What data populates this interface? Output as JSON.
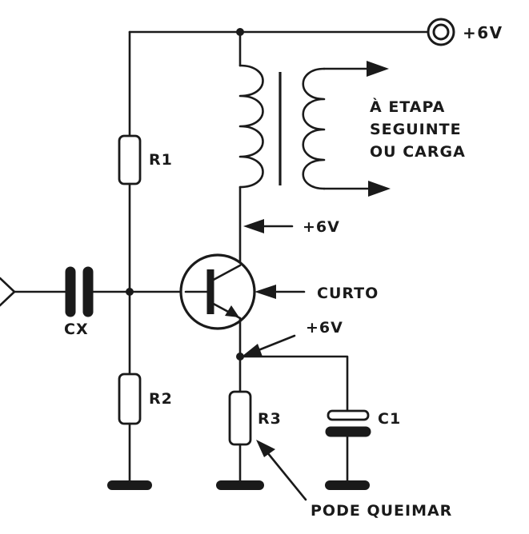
{
  "labels": {
    "supply_top": "+6V",
    "next_stage_line1": "À ETAPA",
    "next_stage_line2": "SEGUINTE",
    "next_stage_line3": "OU CARGA",
    "collector_voltage": "+6V",
    "transistor_fault": "CURTO",
    "emitter_voltage": "+6V",
    "r1": "R1",
    "r2": "R2",
    "r3": "R3",
    "cx": "CX",
    "c1": "C1",
    "resistor_fault": "PODE QUEIMAR"
  },
  "colors": {
    "ink": "#1a1a1a",
    "paper": "#ffffff"
  }
}
